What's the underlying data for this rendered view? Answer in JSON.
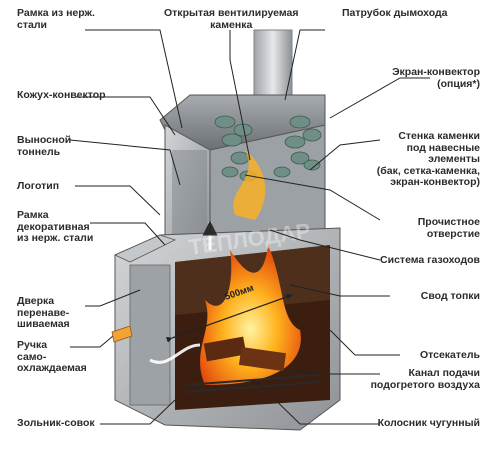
{
  "labels": {
    "ramka_top": "Рамка из нерж.\nстали",
    "kamenka": "Открытая вентилируемая\nкаменка",
    "patrubok": "Патрубок дымохода",
    "ekran": "Экран-конвектор\n(опция*)",
    "kozhuh": "Кожух-конвектор",
    "stenka": "Стенка каменки\nпод навесные\nэлементы\n(бак, сетка-каменка,\nэкран-конвектор)",
    "tonnel": "Выносной\nтоннель",
    "logotip": "Логотип",
    "prochist": "Прочистное\nотверстие",
    "ramka_dec": "Рамка\nдекоративная\nиз нерж. стали",
    "gazohod": "Система газоходов",
    "svod": "Свод топки",
    "dverka": "Дверка\nперенаве-\nшиваемая",
    "ruchka": "Ручка\nсамо-\nохлаждаемая",
    "otsekatel": "Отсекатель",
    "kanal": "Канал подачи\nподогретого воздуха",
    "zolnik": "Зольник-совок",
    "kolosnik": "Колосник чугунный"
  },
  "dimension": "500мм",
  "watermark": "ТЕПЛОДАР"
}
